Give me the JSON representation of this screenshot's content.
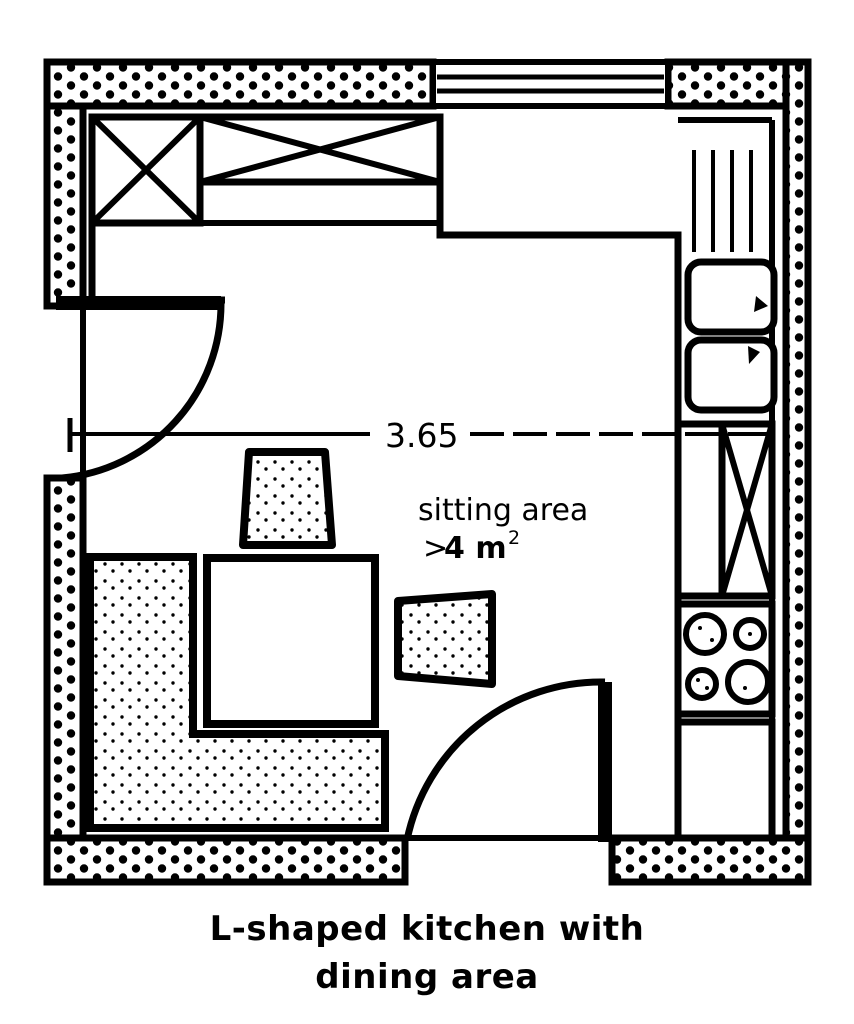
{
  "drawing": {
    "type": "architectural-floor-plan",
    "title_lines": [
      "L-shaped kitchen with",
      "dining area"
    ],
    "caption_full": "L-shaped kitchen with dining area",
    "line_color": "#000000",
    "background_color": "#ffffff",
    "wall_hatch_style": "stippled-dots"
  },
  "dimensions": {
    "horizontal": {
      "label": "3.65",
      "unit_implied": "m",
      "tick_left_style": "T-bar",
      "terminator_right_style": "line-to-wall"
    }
  },
  "annotations": {
    "sitting_area": {
      "line1": "sitting area",
      "line2_prefix": ">",
      "line2_value": "4 m",
      "line2_superscript": "2",
      "line2_full": "> 4 m²"
    }
  },
  "fixtures": {
    "window_top": {
      "name": "window",
      "panes": 2
    },
    "wall_cabinet_corner": {
      "name": "wall-cabinet-square",
      "symbol": "X-cross"
    },
    "wall_cabinet_run": {
      "name": "wall-cabinet-run",
      "symbol": "X-cross"
    },
    "worktop_drainer": {
      "name": "drainer-grooves",
      "groove_count": 4
    },
    "sink": {
      "name": "double-bowl-sink",
      "bowls": 2
    },
    "tall_unit": {
      "name": "tall-appliance-unit",
      "symbol": "X-cross"
    },
    "hob": {
      "name": "four-burner-hob",
      "burners": 4,
      "burner_sizes": [
        "large",
        "small",
        "small",
        "large"
      ]
    },
    "base_cabinet_lower": {
      "name": "base-cabinet"
    },
    "doors": [
      {
        "name": "door-left",
        "swing": "quarter-arc",
        "hinge": "bottom-left"
      },
      {
        "name": "door-bottom",
        "swing": "quarter-arc",
        "hinge": "right"
      }
    ],
    "furniture": [
      {
        "name": "bench-seat-l-shaped",
        "fill": "stippled"
      },
      {
        "name": "dining-table",
        "fill": "plain"
      },
      {
        "name": "chair-top",
        "fill": "stippled",
        "shape": "trapezoid"
      },
      {
        "name": "chair-right",
        "fill": "stippled",
        "shape": "trapezoid"
      }
    ]
  }
}
